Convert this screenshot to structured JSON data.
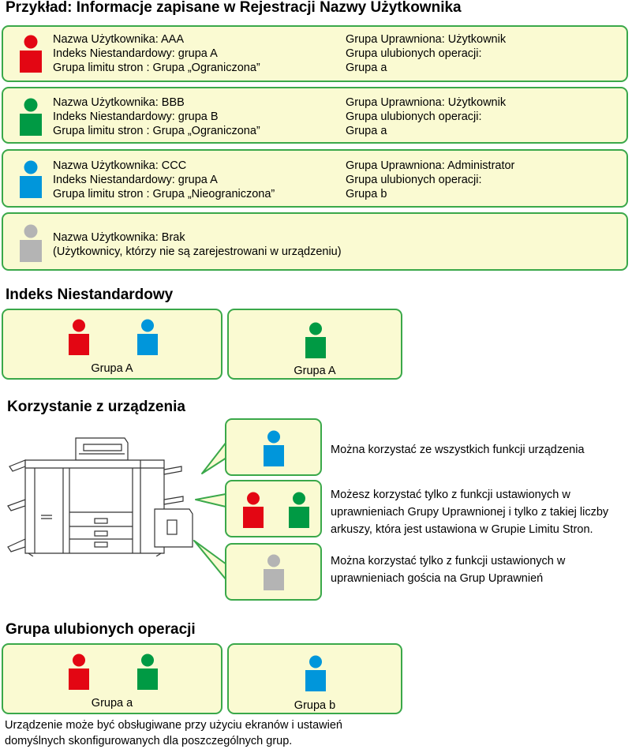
{
  "section1": {
    "title": "Przykład: Informacje zapisane w Rejestracji Nazwy Użytkownika",
    "users": [
      {
        "color": "#e30613",
        "left": [
          "Nazwa Użytkownika: AAA",
          "Indeks Niestandardowy: grupa A",
          "Grupa limitu stron : Grupa „Ograniczona”"
        ],
        "right": [
          "Grupa Uprawniona: Użytkownik",
          "Grupa ulubionych operacji:",
          "Grupa a"
        ]
      },
      {
        "color": "#009a44",
        "left": [
          "Nazwa Użytkownika: BBB",
          "Indeks Niestandardowy: grupa B",
          "Grupa limitu stron : Grupa „Ograniczona”"
        ],
        "right": [
          "Grupa Uprawniona: Użytkownik",
          "Grupa ulubionych operacji:",
          "Grupa a"
        ]
      },
      {
        "color": "#0096db",
        "left": [
          "Nazwa Użytkownika: CCC",
          "Indeks Niestandardowy: grupa A",
          "Grupa limitu stron : Grupa „Nieograniczona”"
        ],
        "right": [
          "Grupa Uprawniona: Administrator",
          "Grupa ulubionych operacji:",
          "Grupa b"
        ]
      },
      {
        "color": "#b4b4b4",
        "left": [
          "Nazwa Użytkownika: Brak",
          "(Użytkownicy, którzy nie są zarejestrowani w urządzeniu)"
        ],
        "right": []
      }
    ]
  },
  "section2": {
    "title": "Indeks Niestandardowy",
    "group1_label": "Grupa A",
    "group2_label": "Grupa A"
  },
  "section3": {
    "title": "Korzystanie z urządzenia",
    "item1": [
      "Można korzystać ze wszystkich funkcji urządzenia"
    ],
    "item2": [
      "Możesz korzystać tylko z funkcji ustawionych w",
      "uprawnieniach Grupy Uprawnionej i tylko z takiej liczby",
      "arkuszy, która jest ustawiona w Grupie Limitu Stron."
    ],
    "item3": [
      "Można korzystać tylko z funkcji ustawionych w",
      "uprawnieniach gościa na Grup Uprawnień"
    ]
  },
  "section4": {
    "title": "Grupa ulubionych operacji",
    "group1_label": "Grupa a",
    "group2_label": "Grupa b",
    "footer": [
      "Urządzenie może być obsługiwane przy użyciu ekranów i ustawień",
      "domyślnych skonfigurowanych dla poszczególnych grup."
    ]
  },
  "colors": {
    "red": "#e30613",
    "green": "#009a44",
    "blue": "#0096db",
    "gray": "#b4b4b4",
    "box_fill": "#fafad2",
    "box_border": "#3aa84a"
  }
}
